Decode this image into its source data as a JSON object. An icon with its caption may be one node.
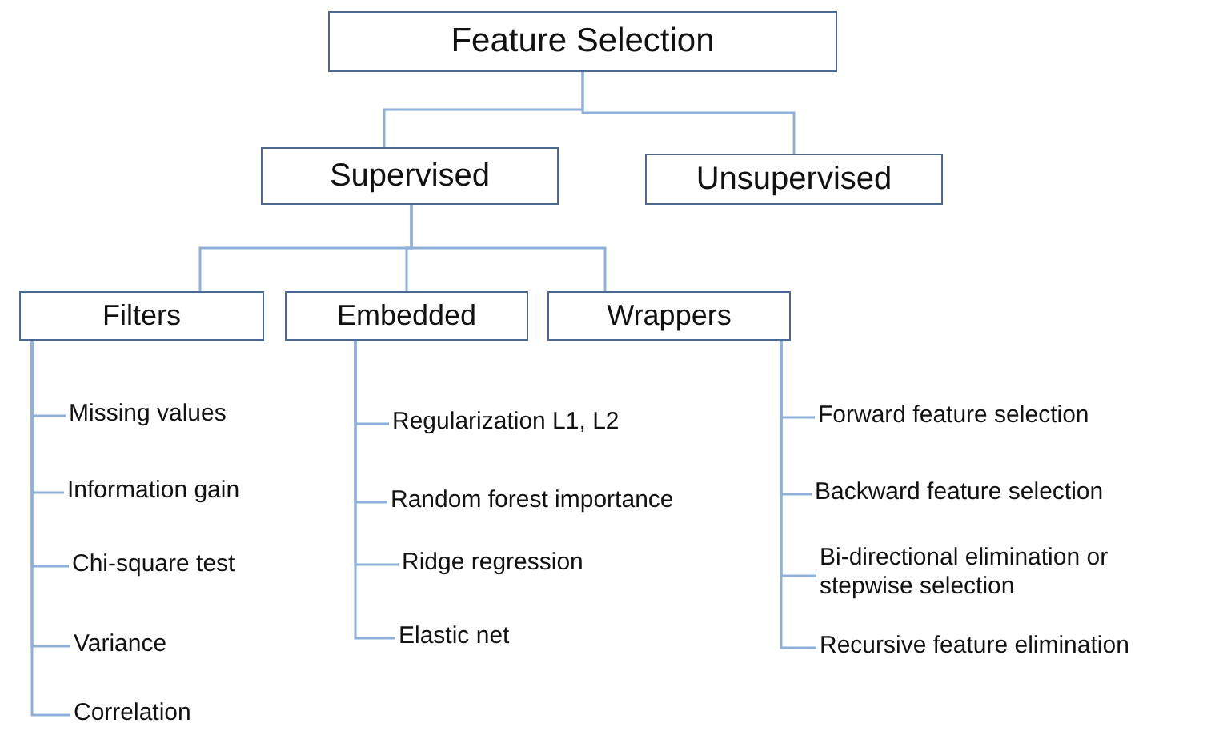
{
  "diagram": {
    "nodes": [
      {
        "text": [
          "Feature Selection"
        ]
      },
      {
        "text": [
          "Supervised"
        ]
      },
      {
        "text": [
          "Unsupervised"
        ]
      },
      {
        "text": [
          "Filters"
        ]
      },
      {
        "text": [
          "Embedded"
        ]
      },
      {
        "text": [
          "Wrappers"
        ]
      },
      {
        "text": [
          "Missing values"
        ]
      },
      {
        "text": [
          "Information gain"
        ]
      },
      {
        "text": [
          "Chi-square test"
        ]
      },
      {
        "text": [
          "Variance"
        ]
      },
      {
        "text": [
          "Correlation"
        ]
      },
      {
        "text": [
          "Regularization L1, L2"
        ]
      },
      {
        "text": [
          "Random forest importance"
        ]
      },
      {
        "text": [
          "Ridge regression"
        ]
      },
      {
        "text": [
          "Elastic net"
        ]
      },
      {
        "text": [
          "Forward feature selection"
        ]
      },
      {
        "text": [
          "Backward feature selection"
        ]
      },
      {
        "text": [
          "Bi-directional elimination or stepwise selection"
        ]
      },
      {
        "text": [
          "Recursive feature elimination"
        ]
      }
    ],
    "edges": [
      {
        "from": 0,
        "to": 1,
        "arrow": "none"
      },
      {
        "from": 0,
        "to": 2,
        "arrow": "none"
      },
      {
        "from": 1,
        "to": 3,
        "arrow": "none"
      },
      {
        "from": 1,
        "to": 4,
        "arrow": "none"
      },
      {
        "from": 1,
        "to": 5,
        "arrow": "none"
      },
      {
        "from": 3,
        "to": 6,
        "arrow": "none"
      },
      {
        "from": 3,
        "to": 7,
        "arrow": "none"
      },
      {
        "from": 3,
        "to": 8,
        "arrow": "none"
      },
      {
        "from": 3,
        "to": 9,
        "arrow": "none"
      },
      {
        "from": 3,
        "to": 10,
        "arrow": "none"
      },
      {
        "from": 4,
        "to": 11,
        "arrow": "none"
      },
      {
        "from": 4,
        "to": 12,
        "arrow": "none"
      },
      {
        "from": 4,
        "to": 13,
        "arrow": "none"
      },
      {
        "from": 4,
        "to": 14,
        "arrow": "none"
      },
      {
        "from": 5,
        "to": 15,
        "arrow": "none"
      },
      {
        "from": 5,
        "to": 16,
        "arrow": "none"
      },
      {
        "from": 5,
        "to": 17,
        "arrow": "none"
      },
      {
        "from": 5,
        "to": 18,
        "arrow": "none"
      }
    ]
  }
}
